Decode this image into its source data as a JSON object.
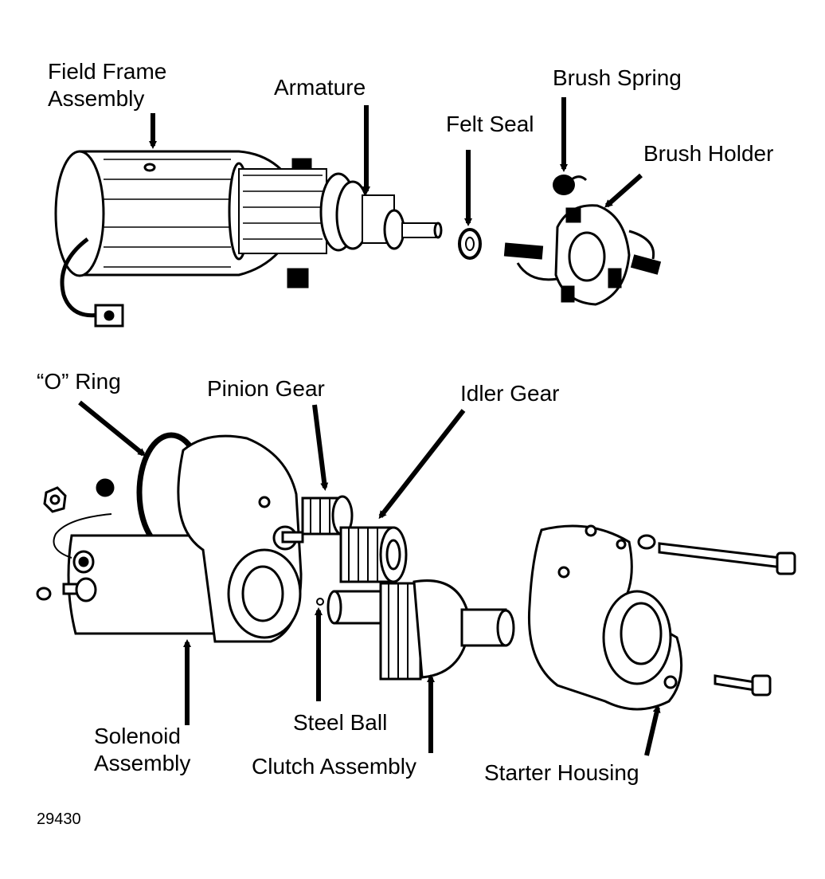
{
  "labels": {
    "field_frame_1": "Field Frame",
    "field_frame_2": "Assembly",
    "armature": "Armature",
    "brush_spring": "Brush Spring",
    "felt_seal": "Felt Seal",
    "brush_holder": "Brush Holder",
    "o_ring": "“O” Ring",
    "pinion_gear": "Pinion Gear",
    "idler_gear": "Idler Gear",
    "solenoid_1": "Solenoid",
    "solenoid_2": "Assembly",
    "steel_ball": "Steel Ball",
    "clutch": "Clutch Assembly",
    "starter_housing": "Starter Housing",
    "figure_number": "29430"
  },
  "colors": {
    "ink": "#000000",
    "paper": "#ffffff"
  }
}
